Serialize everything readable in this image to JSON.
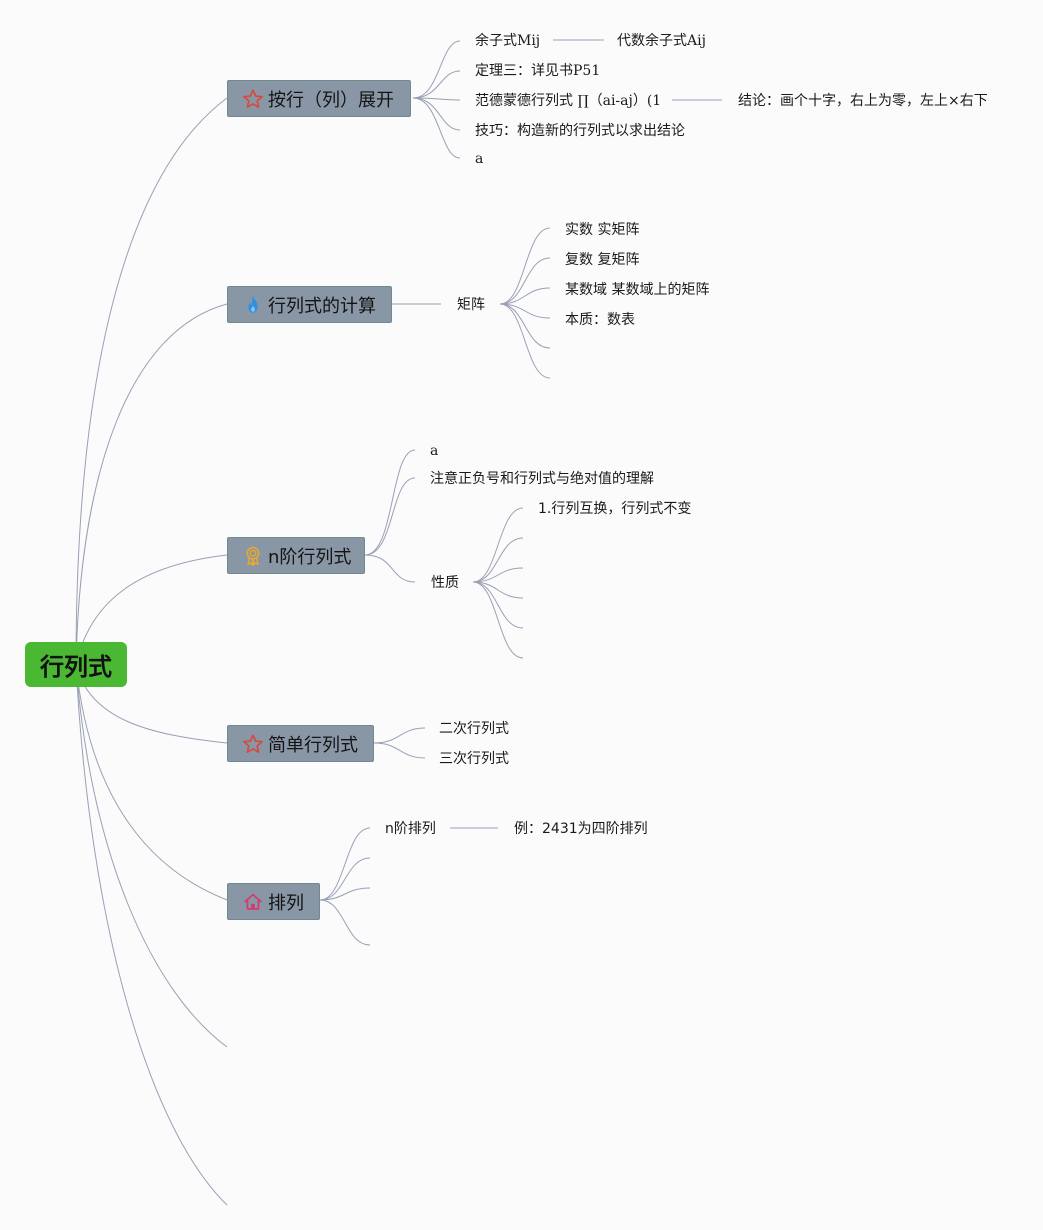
{
  "root": {
    "label": "行列式"
  },
  "branches": [
    {
      "label": "按行（列）展开",
      "icon": "star-icon",
      "children": [
        {
          "label": "余子式Mij",
          "child": "代数余子式Aij"
        },
        {
          "label": "定理三：详见书P51"
        },
        {
          "label": "范德蒙德行列式 ∏（ai-aj）(1",
          "child": "结论：画个十字，右上为零，左上×右下"
        },
        {
          "label": "技巧：构造新的行列式以求出结论"
        },
        {
          "label": "a"
        }
      ]
    },
    {
      "label": "行列式的计算",
      "icon": "flame-icon",
      "children": [
        {
          "label": "矩阵",
          "children": [
            {
              "label": "实数 实矩阵"
            },
            {
              "label": "复数 复矩阵"
            },
            {
              "label": "某数域 某数域上的矩阵"
            },
            {
              "label": "本质：数表"
            },
            {
              "label": ""
            },
            {
              "label": ""
            }
          ]
        }
      ]
    },
    {
      "label": "n阶行列式",
      "icon": "medal-icon",
      "children": [
        {
          "label": "a"
        },
        {
          "label": "注意正负号和行列式与绝对值的理解"
        },
        {
          "label": "性质",
          "children": [
            {
              "label": "1.行列互换，行列式不变"
            },
            {
              "label": ""
            },
            {
              "label": ""
            },
            {
              "label": ""
            },
            {
              "label": ""
            },
            {
              "label": ""
            }
          ]
        }
      ]
    },
    {
      "label": "简单行列式",
      "icon": "star-icon",
      "children": [
        {
          "label": "二次行列式"
        },
        {
          "label": "三次行列式"
        }
      ]
    },
    {
      "label": "排列",
      "icon": "home-icon",
      "children": [
        {
          "label": "n阶排列",
          "child": "例：2431为四阶排列"
        },
        {
          "label": ""
        },
        {
          "label": ""
        },
        {
          "label": ""
        }
      ]
    }
  ],
  "colors": {
    "root_fill": "#4bb834",
    "branch_fill": "#8896a6",
    "branch_border": "#6f8b8e",
    "connector": "#9aa0b4",
    "star_icon": "#d9483b",
    "flame_icon": "#2f8fe0",
    "medal_icon": "#e6a92c",
    "home_icon": "#d6386b"
  }
}
